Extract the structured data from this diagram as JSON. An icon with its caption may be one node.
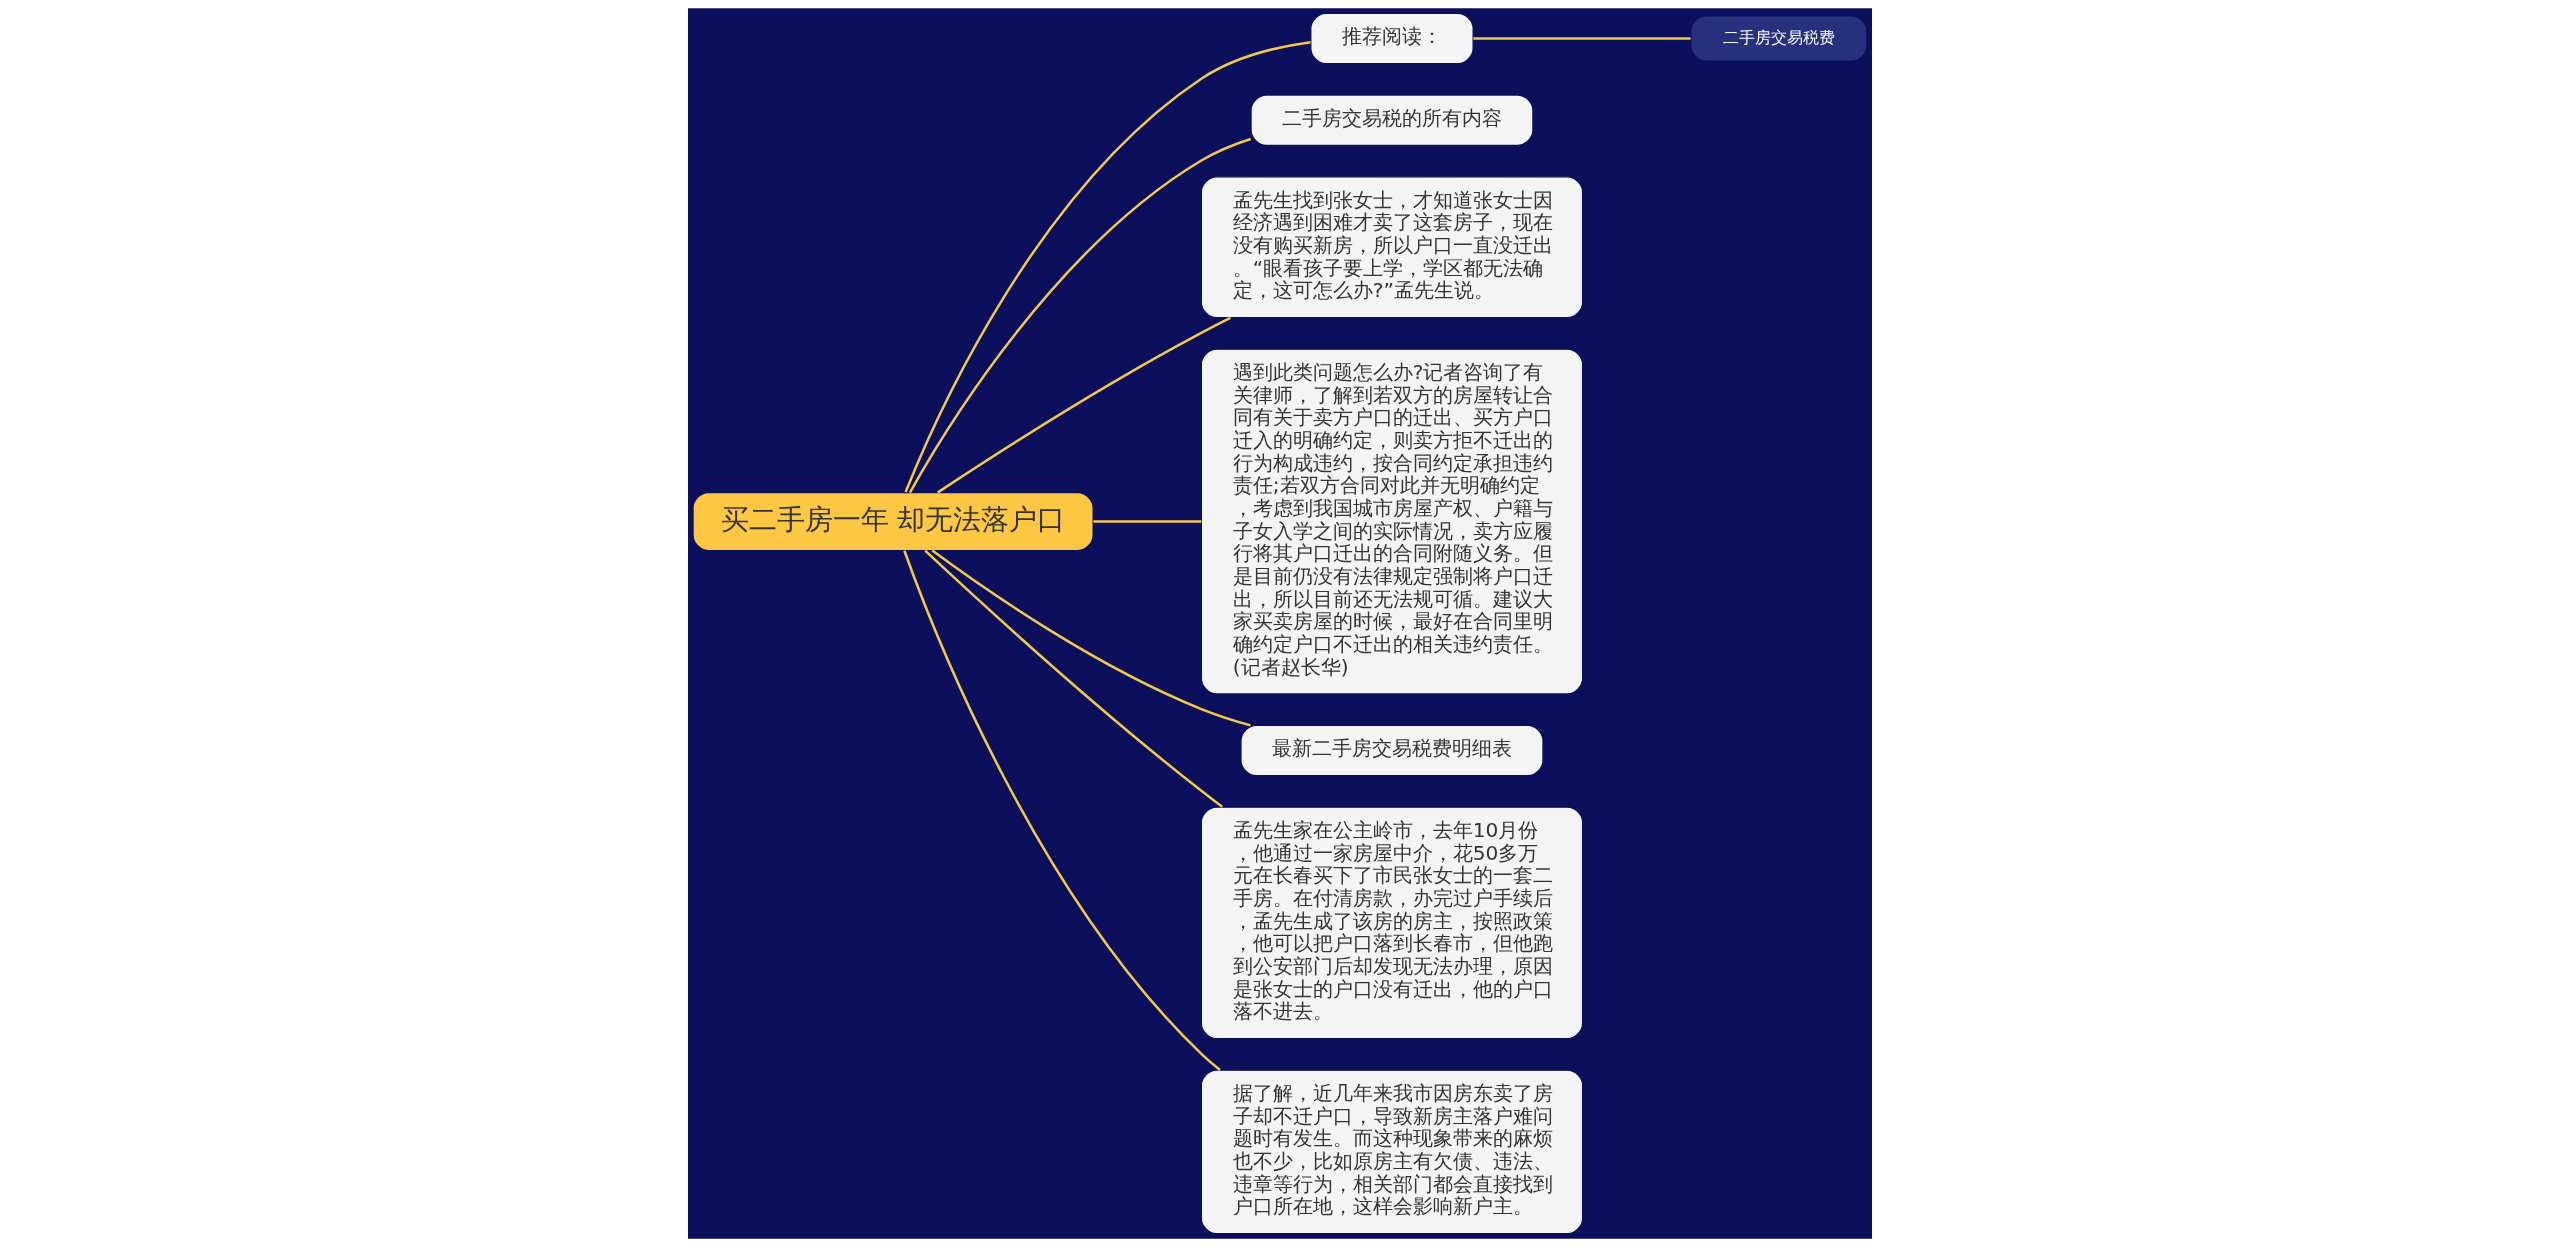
{
  "diagram": {
    "nodes": [
      {
        "text": [
          "买二手房一年 却无法落户口"
        ]
      },
      {
        "text": [
          "推荐阅读："
        ]
      },
      {
        "text": [
          "二手房交易税费"
        ]
      },
      {
        "text": [
          "二手房交易税的所有内容"
        ]
      },
      {
        "text": [
          "孟先生找到张女士，才知道张女士因经济遇到困难才卖了这套房子，现在没有购买新房，所以户口一直没迁出。“眼看孩子要上学，学区都无法确定，这可怎么办?”孟先生说。"
        ]
      },
      {
        "text": [
          "遇到此类问题怎么办?记者咨询了有关律师，了解到若双方的房屋转让合同有关于卖方户口的迁出、买方户口迁入的明确约定，则卖方拒不迁出的行为构成违约，按合同约定承担违约责任;若双方合同对此并无明确约定，考虑到我国城市房屋产权、户籍与子女入学之间的实际情况，卖方应履行将其户口迁出的合同附随义务。但是目前仍没有法律规定强制将户口迁出，所以目前还无法规可循。建议大家买卖房屋的时候，最好在合同里明确约定户口不迁出的相关违约责任。(记者赵长华)"
        ]
      },
      {
        "text": [
          "最新二手房交易税费明细表"
        ]
      },
      {
        "text": [
          "孟先生家在公主岭市，去年10月份，他通过一家房屋中介，花50多万元在长春买下了市民张女士的一套二手房。在付清房款，办完过户手续后，孟先生成了该房的房主，按照政策，他可以把户口落到长春市，但他跑到公安部门后却发现无法办理，原因是张女士的户口没有迁出，他的户口落不进去。"
        ]
      },
      {
        "text": [
          "据了解，近几年来我市因房东卖了房子却不迁户口，导致新房主落户难问题时有发生。而这种现象带来的麻烦也不少，比如原房主有欠债、违法、违章等行为，相关部门都会直接找到户口所在地，这样会影响新户主。"
        ]
      }
    ],
    "edges": [
      {
        "from": 0,
        "to": 1,
        "arrow": "none"
      },
      {
        "from": 1,
        "to": 2,
        "arrow": "none"
      },
      {
        "from": 0,
        "to": 3,
        "arrow": "none"
      },
      {
        "from": 0,
        "to": 4,
        "arrow": "none"
      },
      {
        "from": 0,
        "to": 5,
        "arrow": "none"
      },
      {
        "from": 0,
        "to": 6,
        "arrow": "none"
      },
      {
        "from": 0,
        "to": 7,
        "arrow": "none"
      },
      {
        "from": 0,
        "to": 8,
        "arrow": "none"
      }
    ]
  }
}
